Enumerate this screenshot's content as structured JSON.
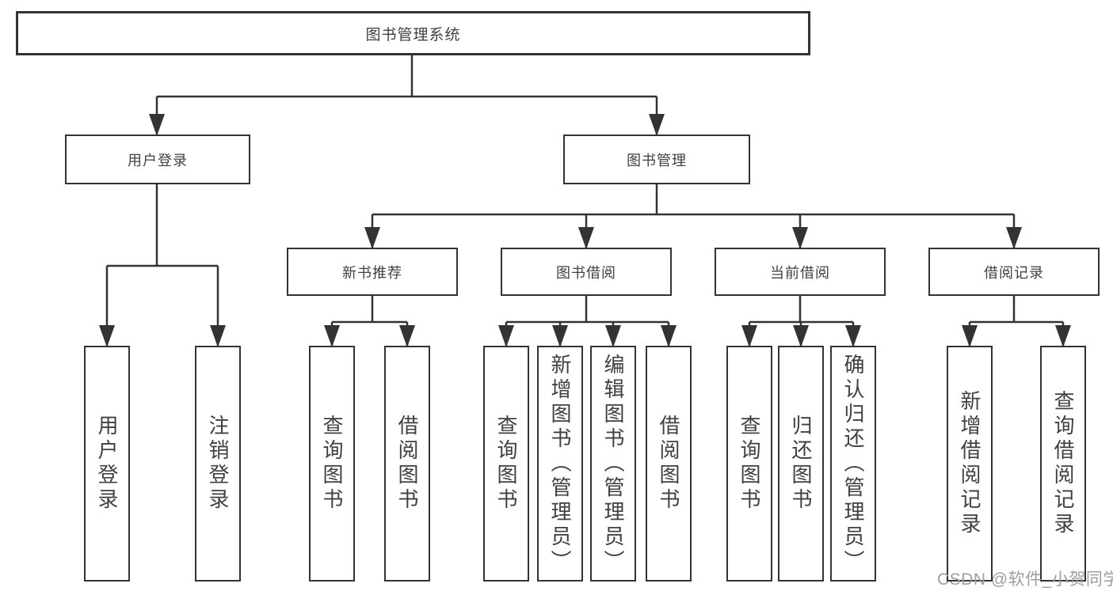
{
  "tree": {
    "root": {
      "label": "图书管理系统",
      "children": [
        {
          "label": "用户登录",
          "children": [
            {
              "label": "用户登录"
            },
            {
              "label": "注销登录"
            }
          ]
        },
        {
          "label": "图书管理",
          "children": [
            {
              "label": "新书推荐",
              "children": [
                {
                  "label": "查询图书"
                },
                {
                  "label": "借阅图书"
                }
              ]
            },
            {
              "label": "图书借阅",
              "children": [
                {
                  "label": "查询图书"
                },
                {
                  "label": "新增图书（管理员）"
                },
                {
                  "label": "编辑图书（管理员）"
                },
                {
                  "label": "借阅图书"
                }
              ]
            },
            {
              "label": "当前借阅",
              "children": [
                {
                  "label": "查询图书"
                },
                {
                  "label": "归还图书"
                },
                {
                  "label": "确认归还（管理员）"
                }
              ]
            },
            {
              "label": "借阅记录",
              "children": [
                {
                  "label": "新增借阅记录"
                },
                {
                  "label": "查询借阅记录"
                }
              ]
            }
          ]
        }
      ]
    }
  },
  "watermark": {
    "text": "CSDN @软件_小贺同学"
  },
  "colors": {
    "line": "#333333",
    "node_fill": "#ffffff",
    "text": "#404040",
    "watermark": "#9e9e9e",
    "background": "#ffffff"
  }
}
